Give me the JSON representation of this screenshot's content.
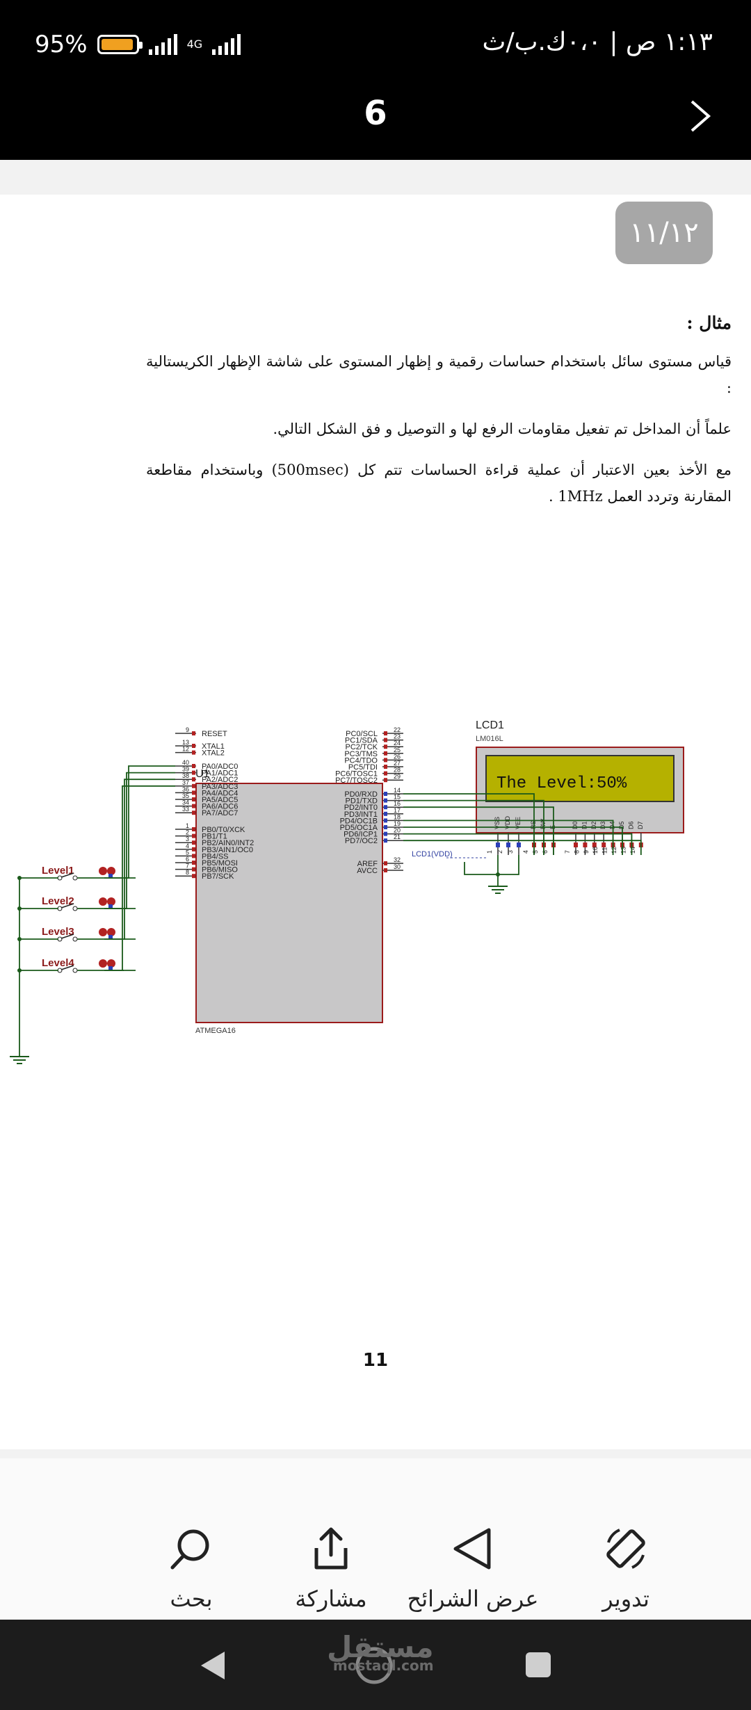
{
  "status_bar": {
    "time": "١:١٣ ص | ٠،٠ك.ب/ث",
    "battery": "95%",
    "battery_level": 0.95,
    "network": "4G"
  },
  "header": {
    "page_number": "6"
  },
  "page": {
    "badge": "١١/١٢",
    "heading": "مثال :",
    "paragraphs": [
      "قياس مستوى سائل باستخدام حساسات رقمية و إظهار المستوى على شاشة الإظهار الكريستالية :",
      "علماً أن المداخل تم تفعيل مقاومات الرفع لها و التوصيل و فق الشكل التالي.",
      "مع الأخذ بعين الاعتبار أن عملية قراءة الحساسات تتم كل (500msec) وباستخدام مقاطعة المقارنة وتردد العمل 1MHz ."
    ],
    "footer_number": "11"
  },
  "schematic": {
    "lcd_name": "LCD1",
    "lcd_model": "LM016L",
    "lcd_text": "The Level:50%",
    "vdd_label": "LCD1(VDD)",
    "mcu_name": "U1",
    "mcu_model": "ATMEGA16",
    "levels": [
      "Level1",
      "Level2",
      "Level3",
      "Level4"
    ],
    "left_pins": [
      [
        "9",
        "RESET"
      ],
      [
        "13",
        "XTAL1"
      ],
      [
        "12",
        "XTAL2"
      ],
      [
        "40",
        "PA0/ADC0"
      ],
      [
        "39",
        "PA1/ADC1"
      ],
      [
        "38",
        "PA2/ADC2"
      ],
      [
        "37",
        "PA3/ADC3"
      ],
      [
        "36",
        "PA4/ADC4"
      ],
      [
        "35",
        "PA5/ADC5"
      ],
      [
        "34",
        "PA6/ADC6"
      ],
      [
        "33",
        "PA7/ADC7"
      ],
      [
        "1",
        "PB0/T0/XCK"
      ],
      [
        "2",
        "PB1/T1"
      ],
      [
        "3",
        "PB2/AIN0/INT2"
      ],
      [
        "4",
        "PB3/AIN1/OC0"
      ],
      [
        "5",
        "PB4/SS"
      ],
      [
        "6",
        "PB5/MOSI"
      ],
      [
        "7",
        "PB6/MISO"
      ],
      [
        "8",
        "PB7/SCK"
      ]
    ],
    "right_pins": [
      [
        "22",
        "PC0/SCL"
      ],
      [
        "23",
        "PC1/SDA"
      ],
      [
        "24",
        "PC2/TCK"
      ],
      [
        "25",
        "PC3/TMS"
      ],
      [
        "26",
        "PC4/TDO"
      ],
      [
        "27",
        "PC5/TDI"
      ],
      [
        "28",
        "PC6/TOSC1"
      ],
      [
        "29",
        "PC7/TOSC2"
      ],
      [
        "14",
        "PD0/RXD"
      ],
      [
        "15",
        "PD1/TXD"
      ],
      [
        "16",
        "PD2/INT0"
      ],
      [
        "17",
        "PD3/INT1"
      ],
      [
        "18",
        "PD4/OC1B"
      ],
      [
        "19",
        "PD5/OC1A"
      ],
      [
        "20",
        "PD6/ICP1"
      ],
      [
        "21",
        "PD7/OC2"
      ],
      [
        "32",
        "AREF"
      ],
      [
        "30",
        "AVCC"
      ]
    ],
    "lcd_pins": [
      [
        "1",
        "VSS"
      ],
      [
        "2",
        "VDD"
      ],
      [
        "3",
        "VEE"
      ],
      [
        "4",
        "RS"
      ],
      [
        "5",
        "RW"
      ],
      [
        "6",
        "E"
      ],
      [
        "7",
        "D0"
      ],
      [
        "8",
        "D1"
      ],
      [
        "9",
        "D2"
      ],
      [
        "10",
        "D3"
      ],
      [
        "11",
        "D4"
      ],
      [
        "12",
        "D5"
      ],
      [
        "13",
        "D6"
      ],
      [
        "14",
        "D7"
      ]
    ]
  },
  "toolbar": {
    "items": [
      {
        "label": "بحث",
        "icon": "search-icon"
      },
      {
        "label": "مشاركة",
        "icon": "share-icon"
      },
      {
        "label": "عرض الشرائح",
        "icon": "slideshow-icon"
      },
      {
        "label": "تدوير",
        "icon": "rotate-icon"
      }
    ]
  },
  "watermark": {
    "text": "مستقل",
    "sub": "mostaql.com"
  },
  "colors": {
    "lcd_screen": "#b5b100",
    "chip_body": "#c8c7c8",
    "wire": "#1a5a1a",
    "pin_red": "#b22222",
    "level_label": "#8b1a1a"
  }
}
